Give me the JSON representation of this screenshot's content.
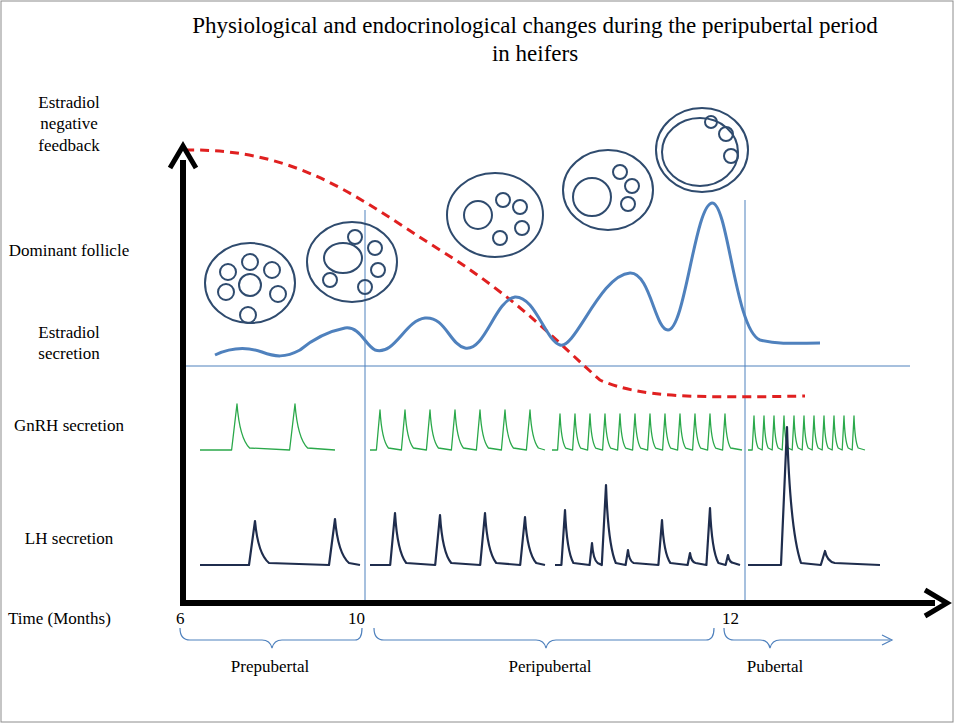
{
  "diagram": {
    "title": "Physiological and endocrinological changes during the peripubertal period in heifers",
    "labels": [
      "Estradiol negative feedback",
      "Dominant follicle",
      "Estradiol secretion",
      "GnRH secretion",
      "LH secretion",
      "Time (Months)",
      "6",
      "10",
      "12",
      "Prepubertal",
      "Peripubertal",
      "Pubertal"
    ]
  }
}
